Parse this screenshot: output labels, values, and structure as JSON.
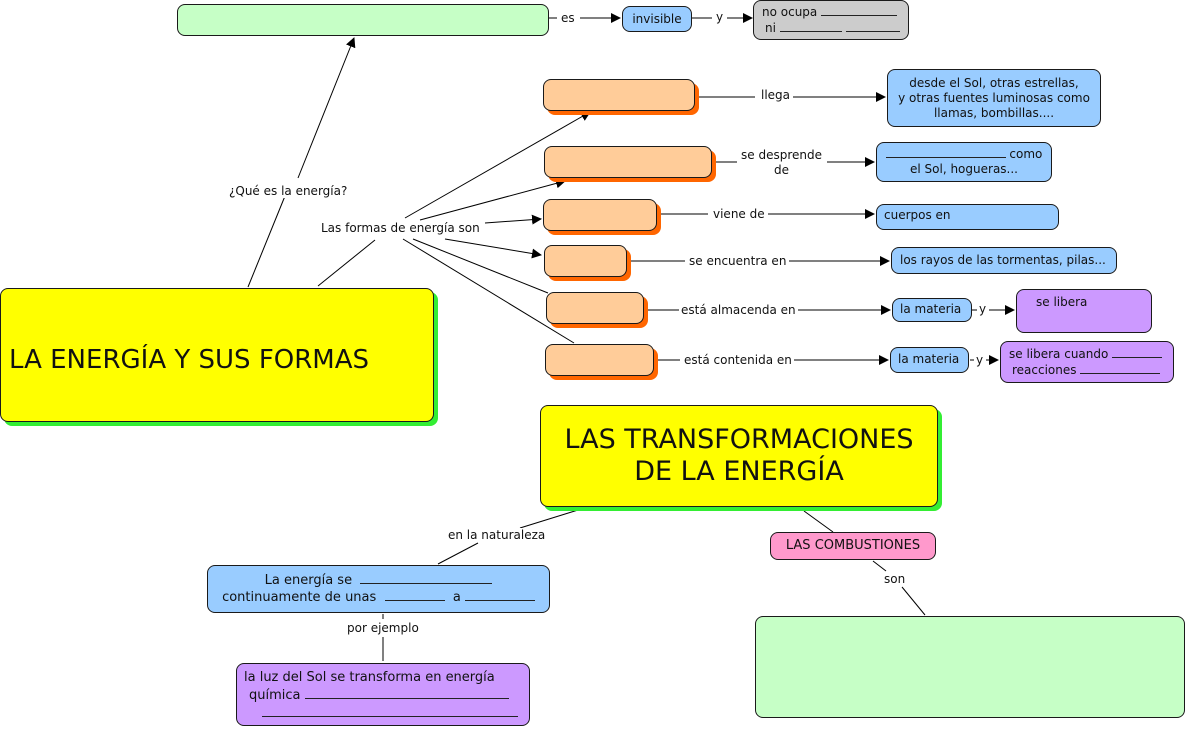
{
  "title_main": "LA ENERGÍA  Y SUS FORMAS",
  "title_transform_line1": "LAS TRANSFORMACIONES",
  "title_transform_line2": "DE LA ENERGÍA",
  "colors": {
    "main_topic": "#ffff00",
    "main_topic_shadow": "#33ee33",
    "form_box": "#ffcc99",
    "form_box_shadow": "#ff6600",
    "info_blue": "#99ccff",
    "info_purple": "#cc99ff",
    "empty_green": "#c6ffc6",
    "gray": "#cccccc",
    "pink": "#ff99cc"
  },
  "links": {
    "que_es": "¿Qué es la energía?",
    "es": "es",
    "y1": "y",
    "formas_son": "Las formas de energía son",
    "llega": "llega",
    "se_desprende_1": "se desprende",
    "se_desprende_2": "de",
    "viene_de": "viene de",
    "se_encuentra_en": "se encuentra en",
    "esta_almacenada_en": "está almacenda en",
    "esta_contenida_en": "está contenida en",
    "y2": "y",
    "y3": "y",
    "en_la_naturaleza": "en la naturaleza",
    "por_ejemplo": "por ejemplo",
    "son": "son"
  },
  "nodes": {
    "definition_answer": "",
    "invisible": "invisible",
    "no_ocupa_line1": "no ocupa",
    "no_ocupa_line2": "ni",
    "desde_sol_line1": "desde el Sol, otras estrellas,",
    "desde_sol_line2": "y otras fuentes luminosas como",
    "desde_sol_line3": "llamas, bombillas....",
    "como_line1_suffix": "como",
    "como_line2": "el Sol, hogueras...",
    "cuerpos_en": "cuerpos en",
    "rayos": "los rayos de las tormentas, pilas...",
    "la_materia_1": "la materia",
    "se_libera": "se libera",
    "la_materia_2": "la materia",
    "se_libera_cuando": "se libera cuando",
    "reacciones": "reacciones",
    "las_combustiones": "LAS COMBUSTIONES",
    "energia_se_line1": "La energía se",
    "energia_se_line2": "continuamente de unas",
    "energia_se_a": "a",
    "luz_sol_line1": "la luz del Sol  se transforma en energía",
    "luz_sol_line2": "química",
    "combustiones_answer": ""
  }
}
